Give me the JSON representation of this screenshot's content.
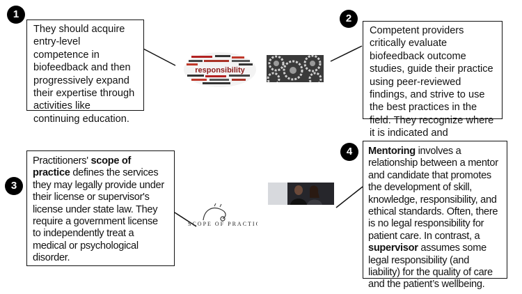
{
  "items": [
    {
      "number": "1",
      "text": "They should acquire entry-level competence in biofeedback and then progressively expand their expertise through activities like continuing education."
    },
    {
      "number": "2",
      "text": "Competent providers critically evaluate biofeedback outcome studies, guide their practice using peer-reviewed findings, and strive to use the best practices in the field. They recognize where it is indicated and contraindicated"
    },
    {
      "number": "3",
      "text_before": "Practitioners' ",
      "bold": "scope of practice",
      "text_after": " defines the services they may legally provide under their license or supervisor's license under state law. They require a government license to independently treat a medical or psychological disorder."
    },
    {
      "number": "4",
      "bold1": "Mentoring",
      "text1": " involves a relationship between a mentor and candidate that promotes the development of skill, knowledge, responsibility, and ethical standards. Often, there is no legal responsibility for patient care. In contrast, a ",
      "bold2": "supervisor",
      "text2": " assumes some legal responsibility (and liability) for the quality of care and the patient’s wellbeing."
    }
  ],
  "images": {
    "wordcloud_main_word": "responsibility",
    "scope_logo_text": "SCOPE OF PRACTICE"
  }
}
